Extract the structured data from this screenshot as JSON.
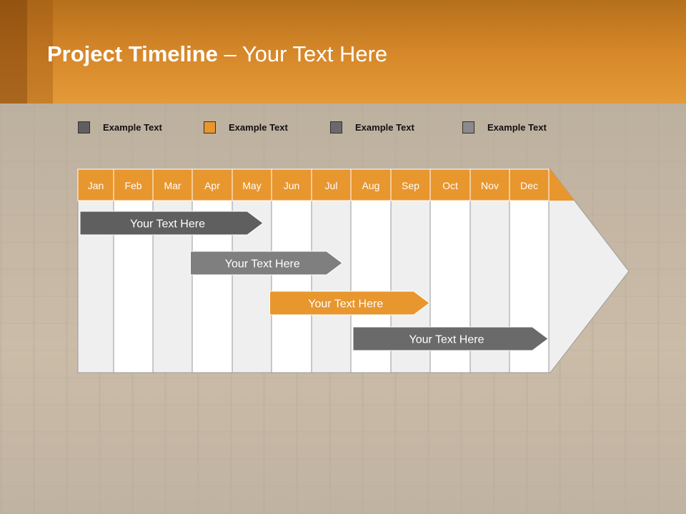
{
  "slide": {
    "title_bold": "Project Timeline",
    "title_rest": " – Your Text Here"
  },
  "legend": [
    {
      "label": "Example Text",
      "color": "#5f5f5f"
    },
    {
      "label": "Example Text",
      "color": "#e8962e"
    },
    {
      "label": "Example Text",
      "color": "#6a6a6a"
    },
    {
      "label": "Example Text",
      "color": "#8a8a8a"
    }
  ],
  "months": [
    "Jan",
    "Feb",
    "Mar",
    "Apr",
    "May",
    "Jun",
    "Jul",
    "Aug",
    "Sep",
    "Oct",
    "Nov",
    "Dec"
  ],
  "tasks": [
    {
      "label": "Your  Text Here",
      "start_month": 1,
      "end_month": 4.8,
      "color": "#5f5f5f"
    },
    {
      "label": "Your  Text Here",
      "start_month": 3.9,
      "end_month": 6.8,
      "color": "#7f7f7f"
    },
    {
      "label": "Your  Text Here",
      "start_month": 5.9,
      "end_month": 9.0,
      "color": "#e8962e"
    },
    {
      "label": "Your  Text Here",
      "start_month": 8.0,
      "end_month": 12.0,
      "color": "#6a6a6a"
    }
  ],
  "colors": {
    "header_orange": "#e39a38",
    "month_band": "#e8962e",
    "arrow_fill": "#efefef"
  }
}
